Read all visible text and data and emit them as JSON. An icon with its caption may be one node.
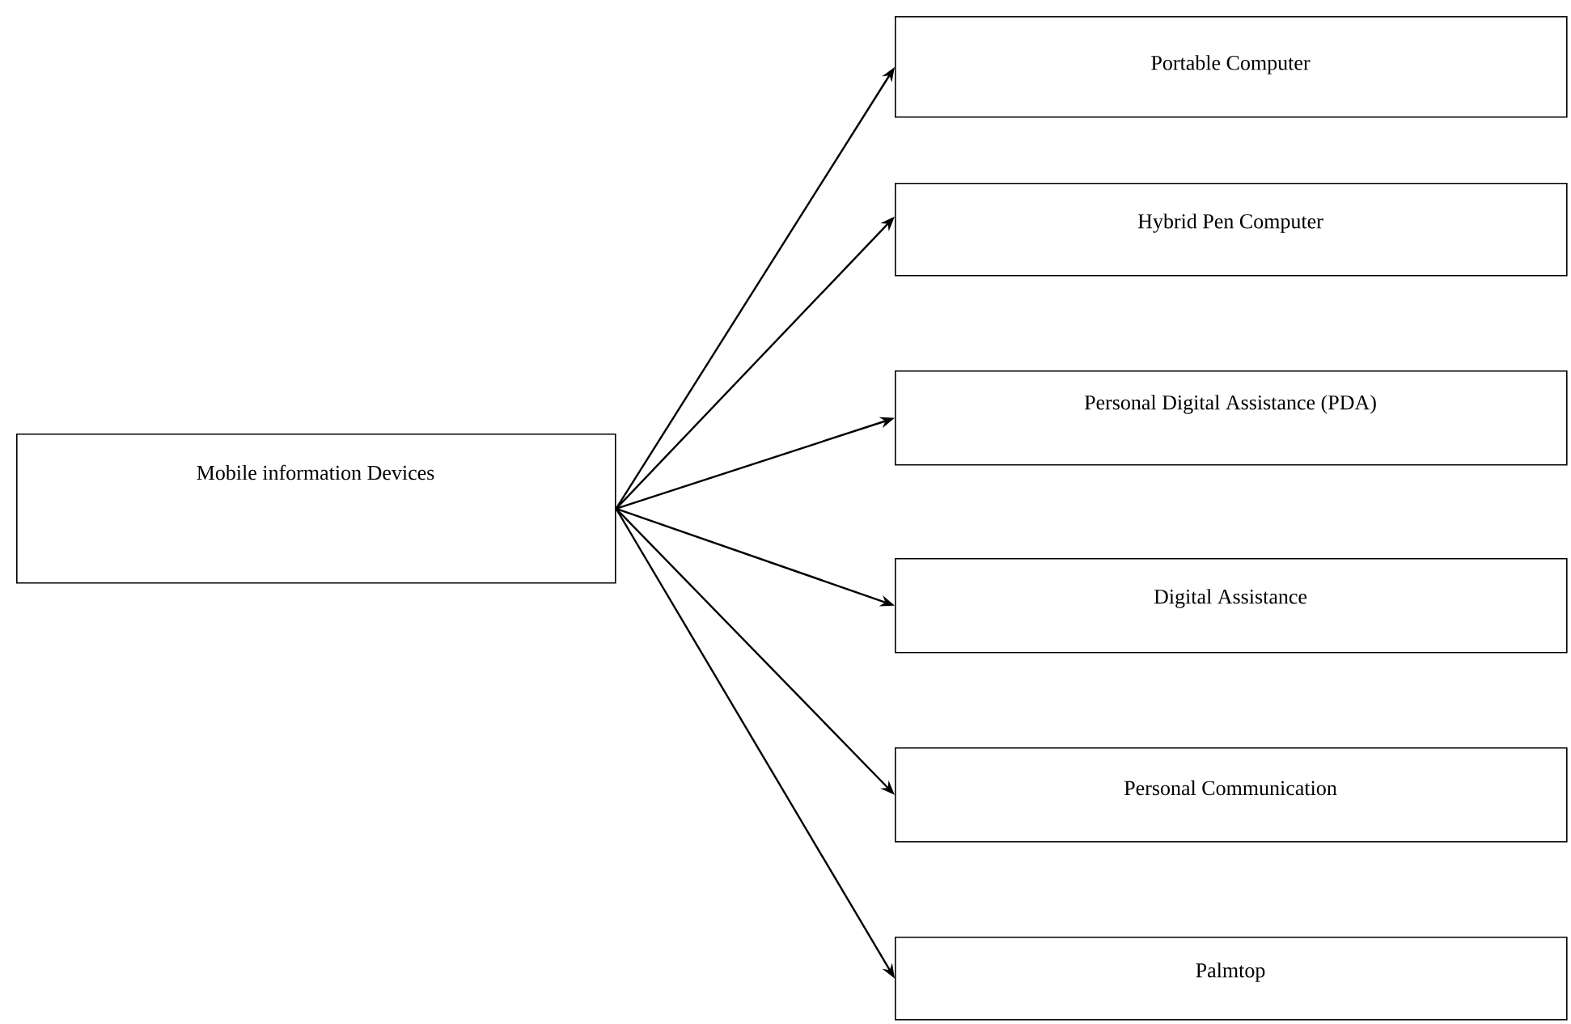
{
  "diagram": {
    "nodes": [
      {
        "text": [
          "Mobile information Devices"
        ]
      },
      {
        "text": [
          "Portable Computer"
        ]
      },
      {
        "text": [
          "Hybrid Pen Computer"
        ]
      },
      {
        "text": [
          "Personal Digital Assistance (PDA)"
        ]
      },
      {
        "text": [
          "Digital Assistance"
        ]
      },
      {
        "text": [
          "Personal Communication"
        ]
      },
      {
        "text": [
          "Palmtop"
        ]
      }
    ],
    "edges": [
      {
        "from": 0,
        "to": 1,
        "arrow": "to"
      },
      {
        "from": 0,
        "to": 2,
        "arrow": "to"
      },
      {
        "from": 0,
        "to": 3,
        "arrow": "to"
      },
      {
        "from": 0,
        "to": 4,
        "arrow": "to"
      },
      {
        "from": 0,
        "to": 5,
        "arrow": "to"
      },
      {
        "from": 0,
        "to": 6,
        "arrow": "to"
      }
    ]
  }
}
